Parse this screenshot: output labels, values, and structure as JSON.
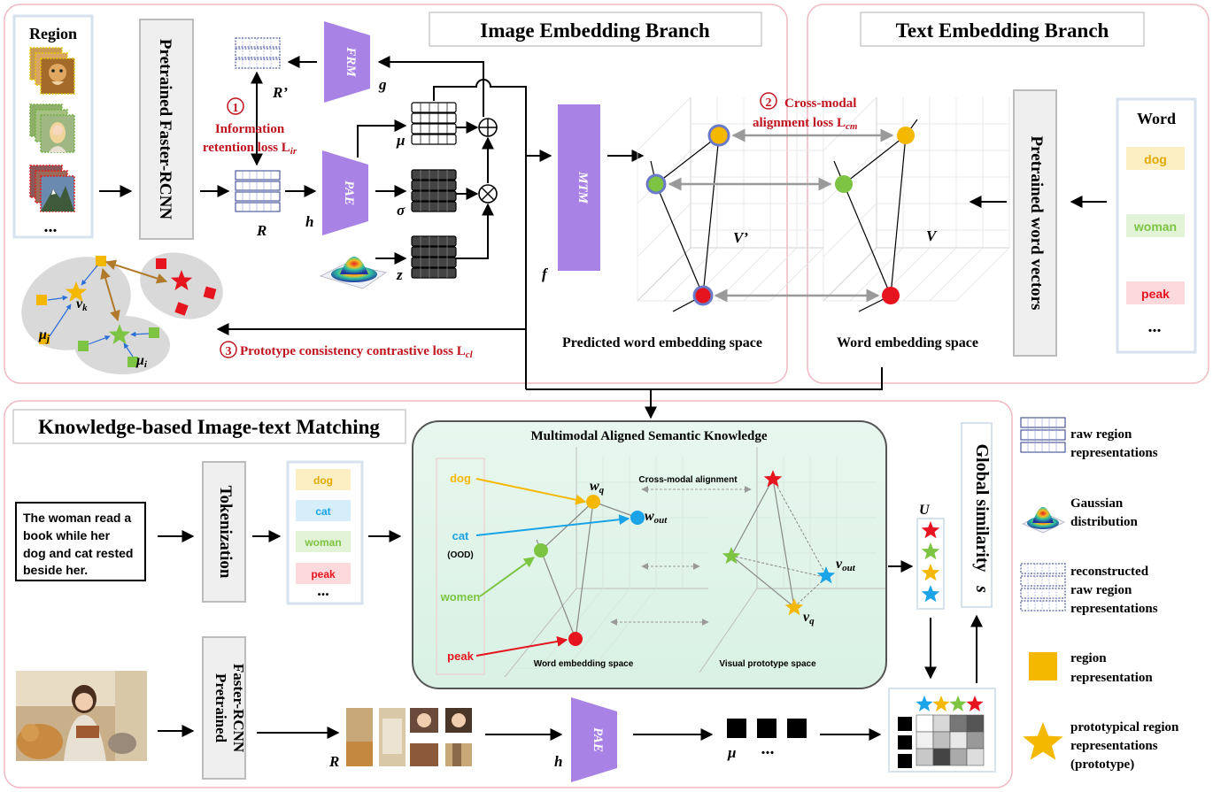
{
  "branches": {
    "image": "Image Embedding Branch",
    "text": "Text Embedding Branch",
    "matching": "Knowledge-based Image-text Matching"
  },
  "top": {
    "region_label": "Region",
    "ellipsis": "...",
    "faster_rcnn": "Pretrained Faster-RCNN",
    "frm": "FRM",
    "pae": "PAE",
    "mtm": "MTM",
    "sym_g": "g",
    "sym_h": "h",
    "sym_f": "f",
    "sym_R": "R",
    "sym_Rp": "R’",
    "sym_mu": "μ",
    "sym_sigma": "σ",
    "sym_z": "z",
    "plus": "⊕",
    "times": "⊗",
    "loss1_num": "1",
    "loss1_line1": "Information",
    "loss1_line2": "retention loss L",
    "loss1_sub": "ir",
    "loss2_num": "2",
    "loss2_line1": "Cross-modal",
    "loss2_line2": "alignment loss L",
    "loss2_sub": "cm",
    "loss3_num": "3",
    "loss3_text": "Prototype consistency contrastive loss  L",
    "loss3_sub": "cl",
    "vprime": "V’",
    "v": "V",
    "pred_space": "Predicted word embedding space",
    "word_space": "Word embedding space",
    "proto_vk": "v",
    "proto_vk_sub": "k",
    "proto_muj": "μ",
    "proto_muj_sub": "j",
    "proto_mui": "μ",
    "proto_mui_sub": "i"
  },
  "text_branch": {
    "word_label": "Word",
    "words": [
      "dog",
      "woman",
      "peak"
    ],
    "ellipsis": "...",
    "word_vectors": "Pretrained word vectors"
  },
  "matching": {
    "sentence": [
      "The woman read a",
      "book while her",
      "dog and cat rested",
      "beside her."
    ],
    "tokenization": "Tokenization",
    "tokens": [
      "dog",
      "cat",
      "woman",
      "peak"
    ],
    "ellipsis": "...",
    "faster_rcnn_l1": "Pretrained",
    "faster_rcnn_l2": "Faster-RCNN",
    "sym_R": "R",
    "sym_h": "h",
    "pae": "PAE",
    "sym_mu": "μ",
    "mu_ellipsis": "...",
    "knowledge_title": "Multimodal Aligned Semantic Knowledge",
    "cross_modal": "Cross-modal alignment",
    "k_words": [
      "dog",
      "cat",
      "(OOD)",
      "women",
      "peak"
    ],
    "wq": "w",
    "wq_sub": "q",
    "wout": "w",
    "wout_sub": "out",
    "vout": "v",
    "vout_sub": "out",
    "vq": "v",
    "vq_sub": "q",
    "word_space": "Word embedding space",
    "visual_space": "Visual prototype  space",
    "U": "U",
    "global_sim": "Global similarity",
    "s": "s"
  },
  "legend": [
    {
      "label_lines": [
        "raw region",
        "representations"
      ],
      "icon": "raw-region-icon"
    },
    {
      "label_lines": [
        "Gaussian",
        "distribution"
      ],
      "icon": "gaussian-icon"
    },
    {
      "label_lines": [
        "reconstructed",
        "raw region",
        "representations"
      ],
      "icon": "reconstructed-region-icon"
    },
    {
      "label_lines": [
        "region",
        "representation"
      ],
      "icon": "square-icon"
    },
    {
      "label_lines": [
        "prototypical region",
        "representations",
        "(prototype)"
      ],
      "icon": "star-icon"
    }
  ],
  "colors": {
    "panel_border": "#f0b8c0",
    "purple": "#a982e6",
    "red_text": "#c0141e",
    "yellow": "#f5b800",
    "green": "#7cc442",
    "blue": "#1aa3e6",
    "red": "#e6141e",
    "knowledge_bg": "#e3f5ec"
  }
}
